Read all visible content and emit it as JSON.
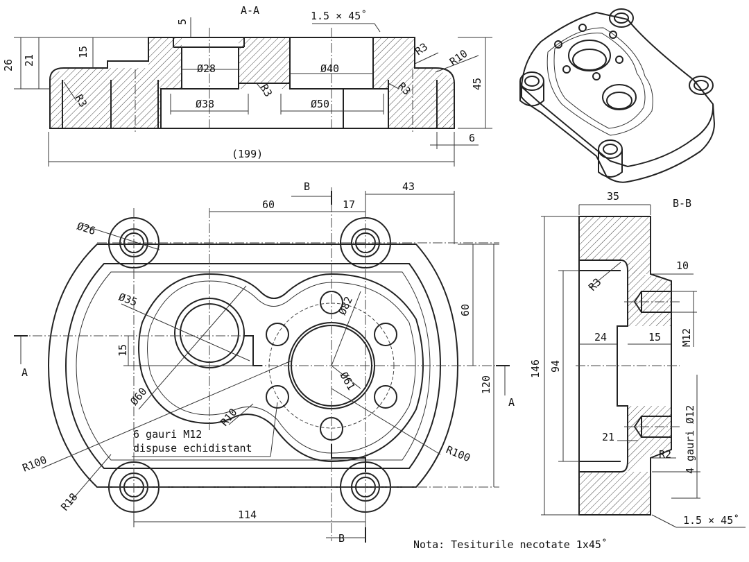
{
  "sections": {
    "aa_title": "A-A",
    "bb_title": "B-B",
    "cut_a_left": "A",
    "cut_a_right": "A",
    "cut_b_top": "B",
    "cut_b_bottom": "B"
  },
  "dims_aa": {
    "d5": "5",
    "chamfer": "1.5 × 45˚",
    "d26": "26",
    "d21": "21",
    "d15": "15",
    "d28": "Ø28",
    "d40": "Ø40",
    "r3_top": "R3",
    "r10": "R10",
    "d45": "45",
    "r3_left": "R3",
    "r3_mid": "R3",
    "r3_right": "R3",
    "d38": "Ø38",
    "d50": "Ø50",
    "d6": "6",
    "d199": "(199)"
  },
  "dims_plan": {
    "d60_top": "60",
    "d17": "17",
    "d43": "43",
    "d26": "Ø26",
    "d35": "Ø35",
    "d82": "Ø82",
    "d60_right": "60",
    "d15": "15",
    "d61": "Ø61",
    "d60_diag": "Ø60",
    "d120": "120",
    "r10": "R10",
    "note_line1": "6 gauri M12",
    "note_line2": "dispuse echidistant",
    "r100_left": "R100",
    "r100_right": "R100",
    "r18": "R18",
    "d114": "114"
  },
  "dims_bb": {
    "d35": "35",
    "d10": "10",
    "r3": "R3",
    "d146": "146",
    "d94": "94",
    "d24": "24",
    "d15": "15",
    "m12": "M12",
    "holes": "4 gauri Ø12",
    "d21": "21",
    "r2": "R2",
    "chamfer": "1.5 × 45˚"
  },
  "footer": {
    "note": "Nota: Tesiturile necotate 1x45˚"
  }
}
